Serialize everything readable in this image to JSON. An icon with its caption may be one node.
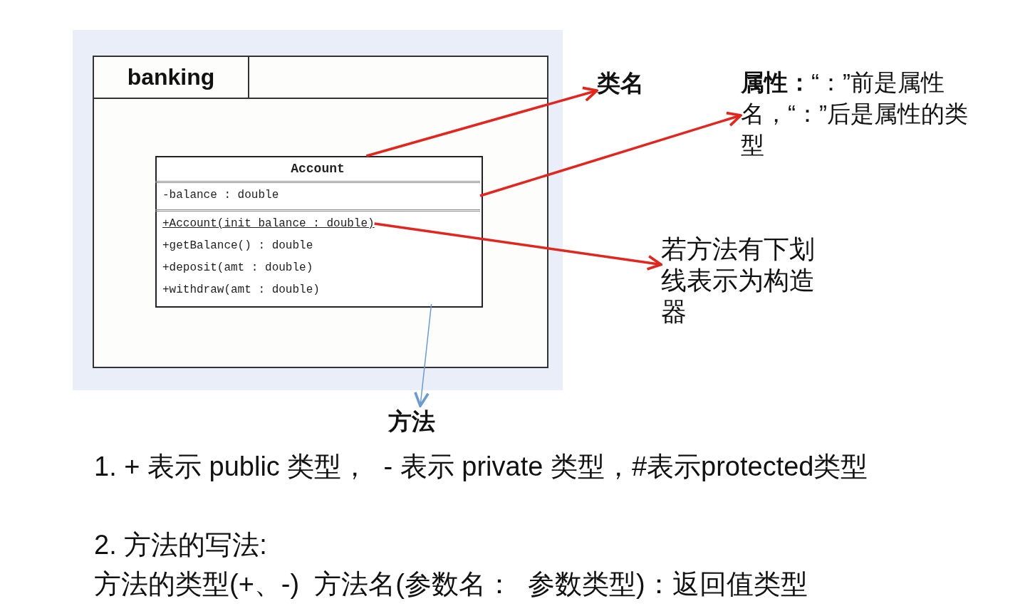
{
  "diagram": {
    "nodes": [
      {
        "text": [
          "banking"
        ]
      },
      {
        "text": [],
        "shape": "box",
        "in": 0
      },
      {
        "text": [
          "Account"
        ],
        "in": 1
      },
      {
        "text": [
          "-balance : double"
        ],
        "in": 1
      },
      {
        "text": [
          "+Account(init_balance : double)",
          "+getBalance() : double",
          "+deposit(amt : double)",
          "+withdraw(amt : double)"
        ],
        "in": 1
      },
      {
        "text": [
          "类名"
        ]
      },
      {
        "text": [
          "**属性：**“：”前是属性名，“：”后是属性的类型"
        ]
      },
      {
        "text": [
          "若方法有下划线表示为构造器"
        ]
      },
      {
        "text": [
          "方法"
        ]
      }
    ],
    "edges": [
      {
        "from": 2,
        "to": 5,
        "arrow": "to"
      },
      {
        "from": 3,
        "to": 6,
        "arrow": "to"
      },
      {
        "from": 4,
        "to": 7,
        "arrow": "to"
      },
      {
        "from": 4,
        "to": 8,
        "arrow": "to",
        "color": "#6c9bd2"
      }
    ],
    "labels": [
      "1. + 表示 public 类型，  - 表示 private 类型，#表示protected类型",
      "2. 方法的写法:",
      "方法的类型(+、-)  方法名(参数名：  参数类型)：返回值类型"
    ]
  }
}
